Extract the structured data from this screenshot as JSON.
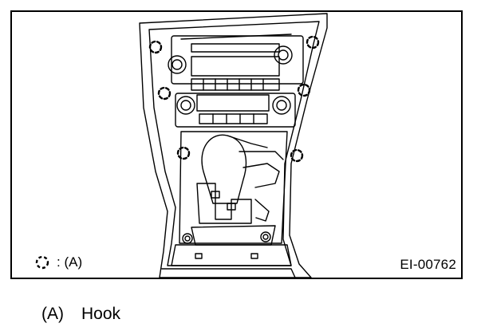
{
  "figure": {
    "code": "EI-00762",
    "legend": {
      "symbol": "hook-symbol",
      "text": ": (A)"
    }
  },
  "caption": {
    "key": "(A)",
    "label": "Hook"
  },
  "colors": {
    "line": "#000000",
    "background": "#ffffff"
  }
}
